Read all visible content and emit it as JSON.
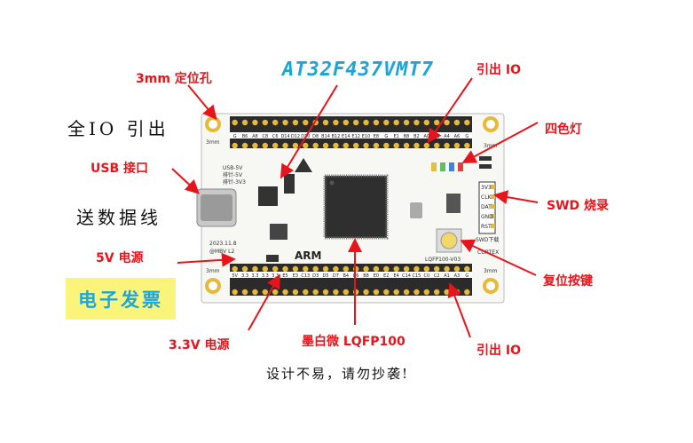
{
  "labels": {
    "hole": "3mm 定位孔",
    "io_top": "引出 IO",
    "lamp": "四色灯",
    "usb": "USB 接口",
    "swd": "SWD 烧录",
    "power5v": "5V 电源",
    "reset": "复位按键",
    "power33": "3.3V 电源",
    "mcu": "墨白微 LQFP100",
    "io_bottom": "引出 IO"
  },
  "chip_title": "AT32F437VMT7",
  "left_texts": {
    "all_io": "全IO 引出",
    "cable": "送数据线"
  },
  "invoice": "电子发票",
  "footer": "设计不易，请勿抄袭!",
  "board": {
    "top_pins": [
      "G",
      "B6",
      "A8",
      "C8",
      "C6",
      "D14",
      "D12",
      "D10",
      "D8",
      "B14",
      "B12",
      "E14",
      "E12",
      "E10",
      "E8",
      "G",
      "E1",
      "B8",
      "B2",
      "A0",
      "A2",
      "A4",
      "A6",
      "G"
    ],
    "bottom_pins": [
      "5V",
      "3.3",
      "3.3",
      "3.3",
      "3.3",
      "E5",
      "E3",
      "C13",
      "D3",
      "D5",
      "D7",
      "B4",
      "B6",
      "B8",
      "E0",
      "E2",
      "E4",
      "C14",
      "C15",
      "C0",
      "C2",
      "A1",
      "A3",
      "G"
    ],
    "corner_label": "3mm",
    "usb_note": [
      "USB-5V",
      "排针-5V",
      "排针-3V3"
    ],
    "date": "2023.11.8",
    "author": "@MBV L2",
    "arm": "ARM",
    "version": "LQFP100-V03",
    "cortex": "CORTEX",
    "swd_pins": [
      "3V3",
      "CLK",
      "DAT",
      "GND",
      "RST"
    ],
    "swd_title": "SWD下载"
  },
  "colors": {
    "accent": "#e8141b",
    "title_blue": "#1aa5d8",
    "invoice_bg": "#fbf47a"
  }
}
